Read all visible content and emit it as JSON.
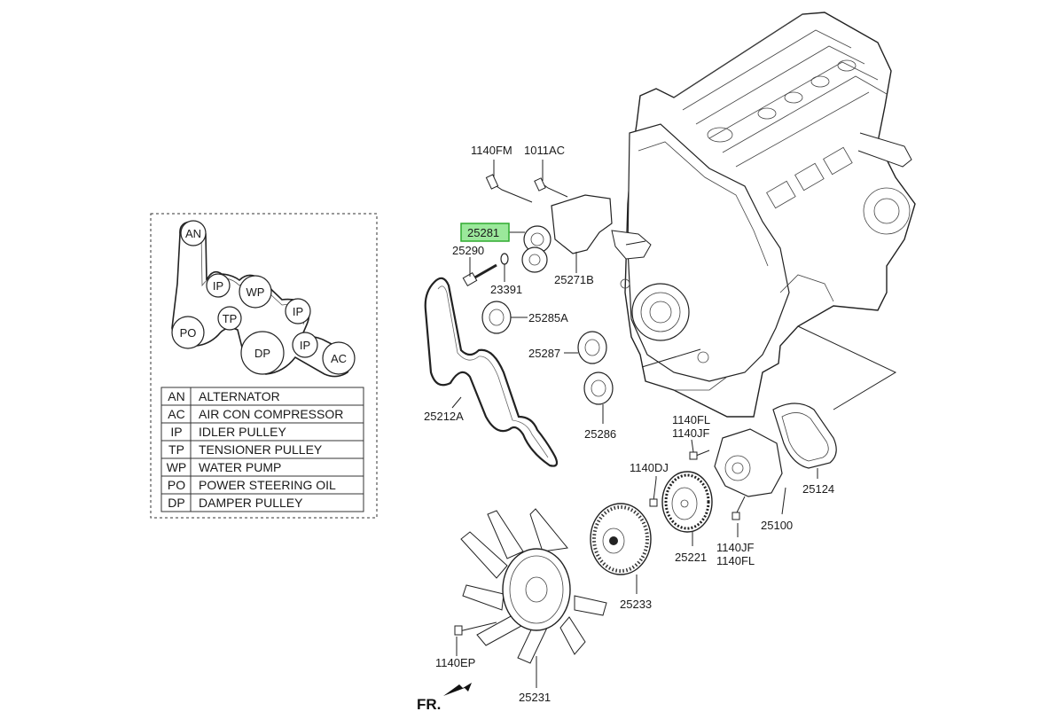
{
  "labels": {
    "p1140FM": "1140FM",
    "p1011AC": "1011AC",
    "p25281": "25281",
    "p25290": "25290",
    "p23391": "23391",
    "p25271B": "25271B",
    "p25285A": "25285A",
    "p25287": "25287",
    "p25286": "25286",
    "p25212A": "25212A",
    "p1140FL_a": "1140FL",
    "p1140JF_a": "1140JF",
    "p1140DJ": "1140DJ",
    "p25124": "25124",
    "p25100": "25100",
    "p25221": "25221",
    "p1140JF_b": "1140JF",
    "p1140FL_b": "1140FL",
    "p25233": "25233",
    "p1140EP": "1140EP",
    "p25231": "25231",
    "fr": "FR."
  },
  "belt_pulleys": {
    "AN": "AN",
    "IP1": "IP",
    "WP": "WP",
    "IP2": "IP",
    "TP": "TP",
    "PO": "PO",
    "DP": "DP",
    "IP3": "IP",
    "AC": "AC"
  },
  "legend": [
    {
      "code": "AN",
      "desc": "ALTERNATOR"
    },
    {
      "code": "AC",
      "desc": "AIR CON COMPRESSOR"
    },
    {
      "code": "IP",
      "desc": "IDLER PULLEY"
    },
    {
      "code": "TP",
      "desc": "TENSIONER PULLEY"
    },
    {
      "code": "WP",
      "desc": "WATER PUMP"
    },
    {
      "code": "PO",
      "desc": "POWER STEERING OIL"
    },
    {
      "code": "DP",
      "desc": "DAMPER PULLEY"
    }
  ],
  "colors": {
    "highlight_fill": "#9be89b",
    "highlight_stroke": "#2faa2f",
    "line": "#222222"
  }
}
